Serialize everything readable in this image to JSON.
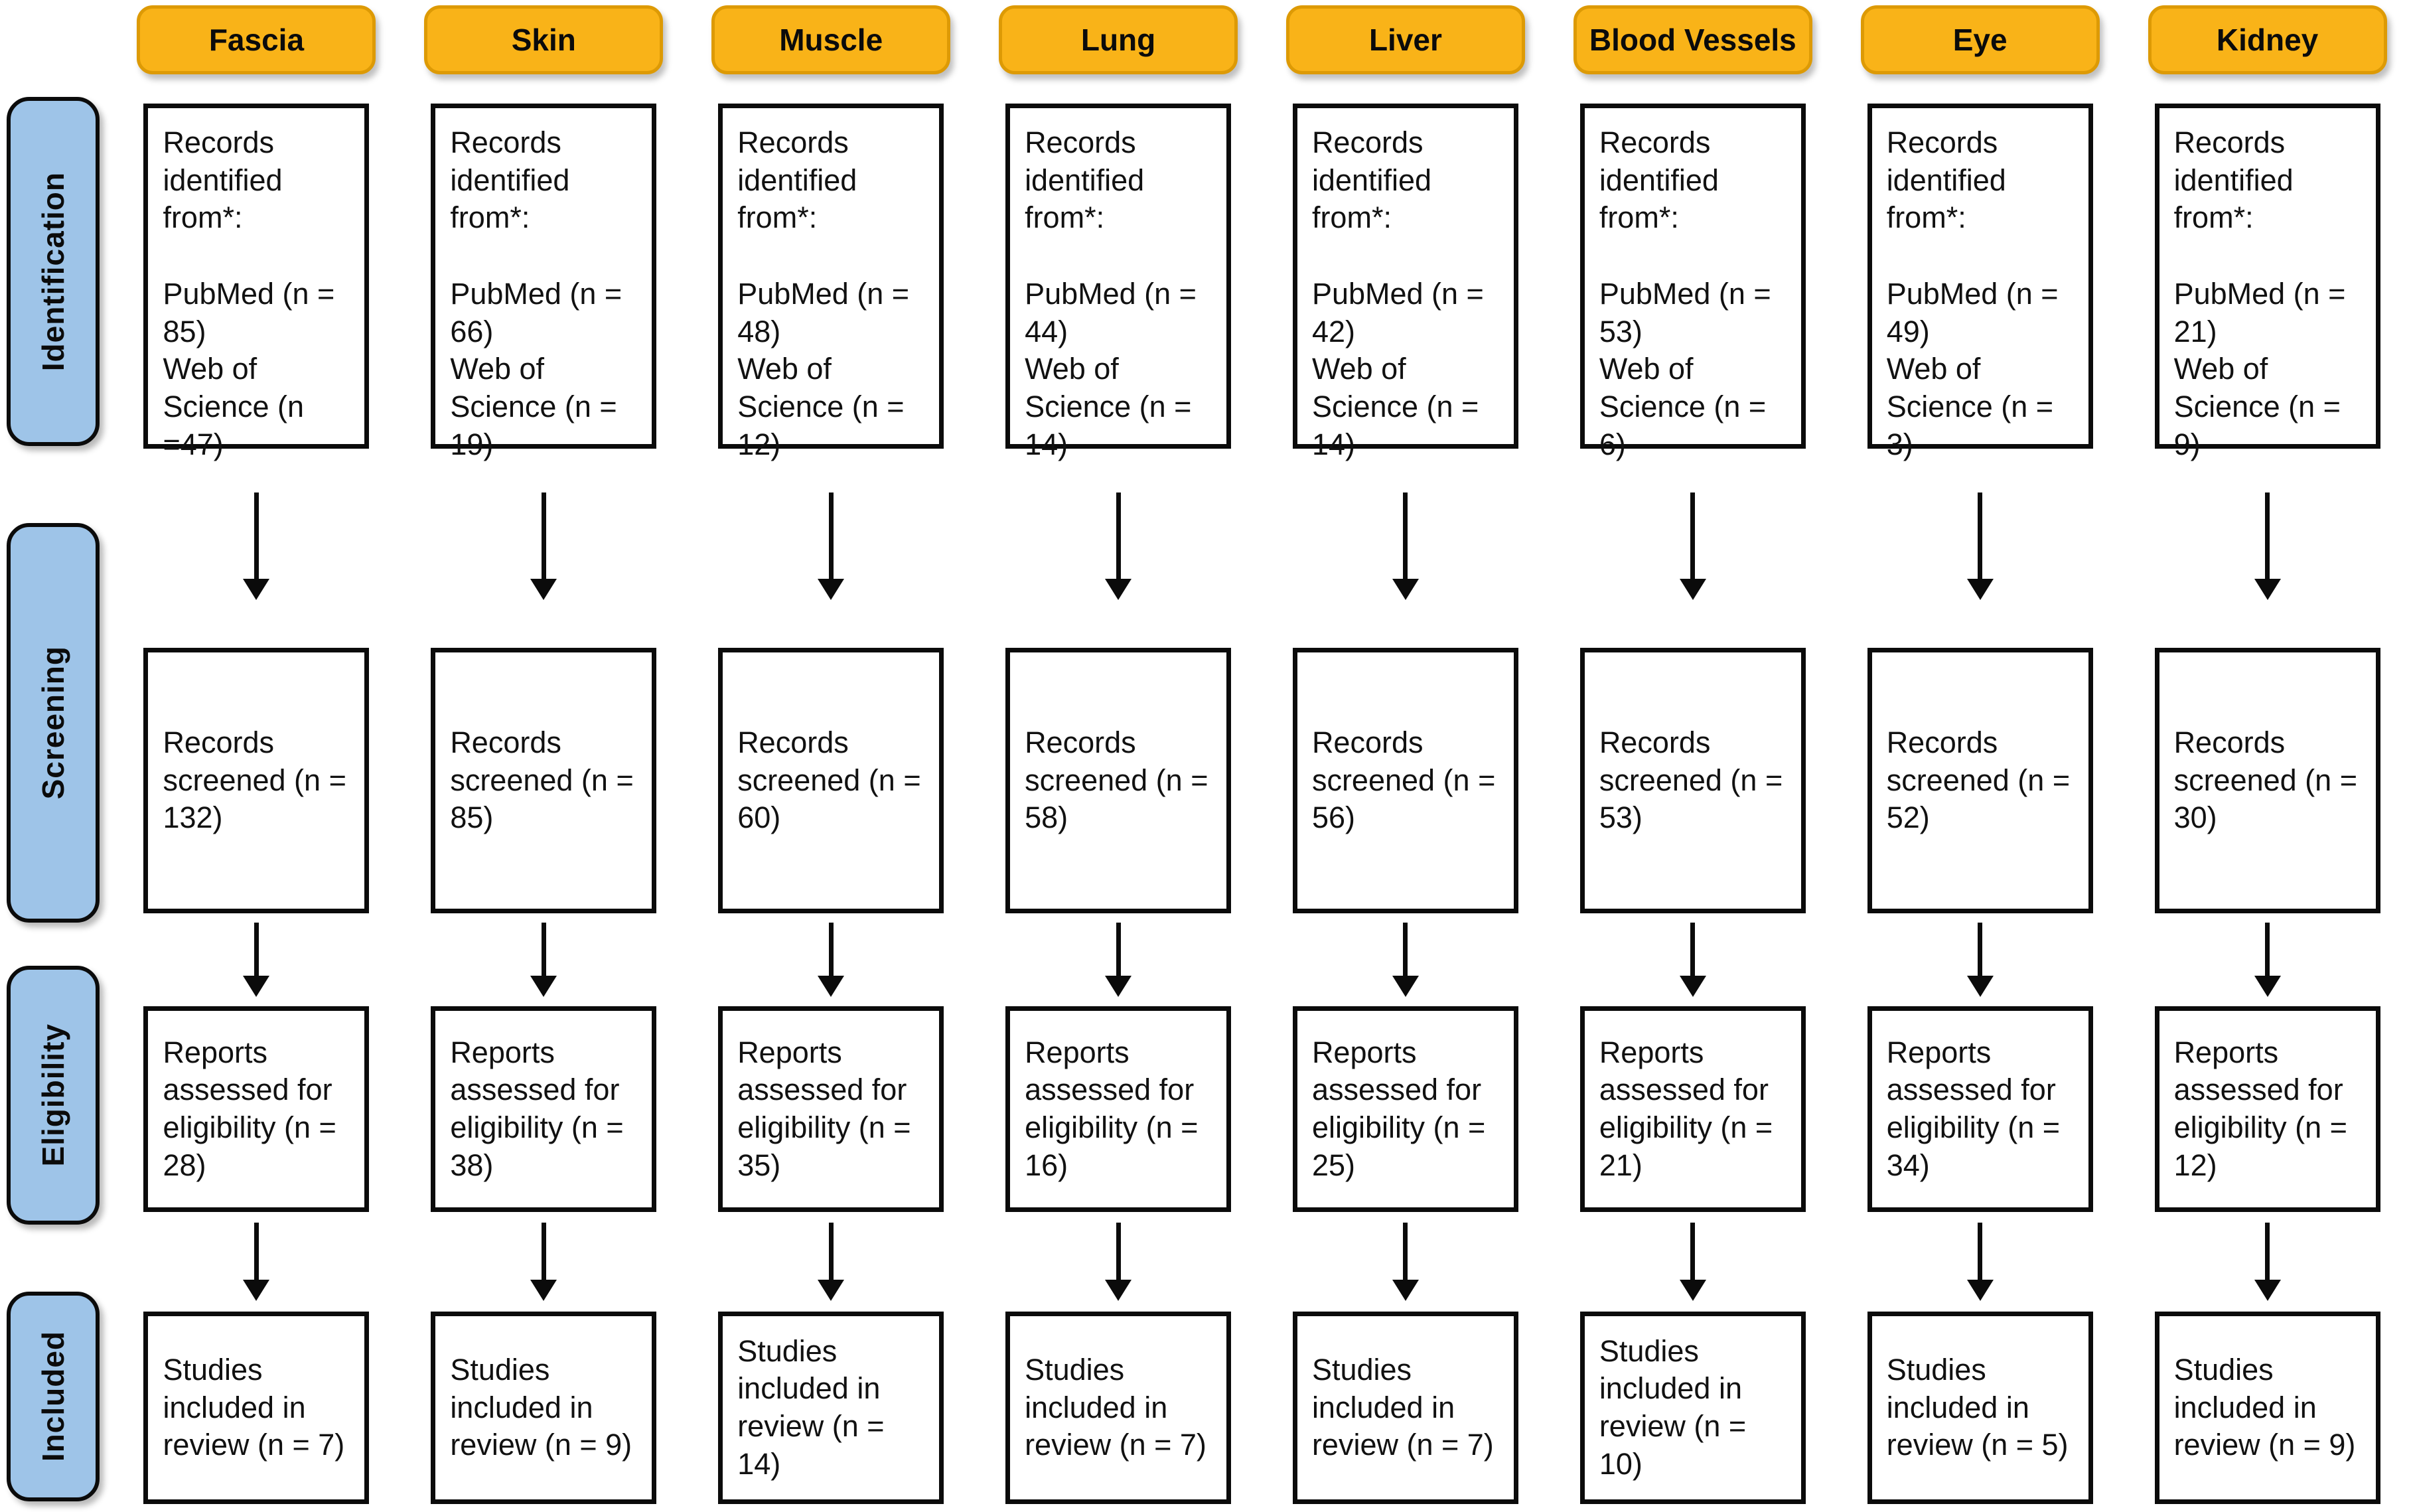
{
  "palette": {
    "badge_orange": "#F9B318",
    "badge_border": "#DD9A05",
    "stage_blue": "#9EC4E8",
    "box_border": "#0b0b0b"
  },
  "stages": [
    {
      "label": "Identification"
    },
    {
      "label": "Screening"
    },
    {
      "label": "Eligibility"
    },
    {
      "label": "Included"
    }
  ],
  "columns": [
    {
      "header": "Fascia",
      "identified_intro": "Records identified from*:",
      "pubmed": "PubMed (n = 85)",
      "web_of_science": "Web of Science (n =47)",
      "screened": "Records screened (n = 132)",
      "assessed": "Reports assessed for eligibility (n = 28)",
      "included": "Studies included in review (n = 7)"
    },
    {
      "header": "Skin",
      "identified_intro": "Records identified from*:",
      "pubmed": "PubMed (n = 66)",
      "web_of_science": "Web of Science (n = 19)",
      "screened": "Records screened (n = 85)",
      "assessed": "Reports assessed for eligibility (n = 38)",
      "included": "Studies included in review (n = 9)"
    },
    {
      "header": "Muscle",
      "identified_intro": "Records identified from*:",
      "pubmed": "PubMed (n = 48)",
      "web_of_science": "Web of Science (n = 12)",
      "screened": "Records screened (n = 60)",
      "assessed": "Reports assessed for eligibility (n = 35)",
      "included": "Studies included in review (n = 14)"
    },
    {
      "header": "Lung",
      "identified_intro": "Records identified from*:",
      "pubmed": "PubMed (n = 44)",
      "web_of_science": "Web of Science (n = 14)",
      "screened": "Records screened (n = 58)",
      "assessed": "Reports assessed for eligibility (n = 16)",
      "included": "Studies included in review (n = 7)"
    },
    {
      "header": "Liver",
      "identified_intro": "Records identified from*:",
      "pubmed": "PubMed (n = 42)",
      "web_of_science": "Web of Science (n = 14)",
      "screened": "Records screened (n = 56)",
      "assessed": "Reports assessed for eligibility (n = 25)",
      "included": "Studies included in review (n = 7)"
    },
    {
      "header": "Blood Vessels",
      "identified_intro": "Records identified from*:",
      "pubmed": "PubMed (n = 53)",
      "web_of_science": "Web of Science (n = 6)",
      "screened": "Records screened (n = 53)",
      "assessed": "Reports assessed for eligibility (n = 21)",
      "included": "Studies included in review (n = 10)"
    },
    {
      "header": "Eye",
      "identified_intro": "Records identified from*:",
      "pubmed": "PubMed (n = 49)",
      "web_of_science": "Web of Science (n = 3)",
      "screened": "Records screened (n = 52)",
      "assessed": "Reports assessed for eligibility (n = 34)",
      "included": "Studies included in review (n = 5)"
    },
    {
      "header": "Kidney",
      "identified_intro": "Records identified from*:",
      "pubmed": "PubMed (n = 21)",
      "web_of_science": "Web of Science (n = 9)",
      "screened": "Records screened (n = 30)",
      "assessed": "Reports assessed for eligibility (n = 12)",
      "included": "Studies included in review (n = 9)"
    }
  ]
}
